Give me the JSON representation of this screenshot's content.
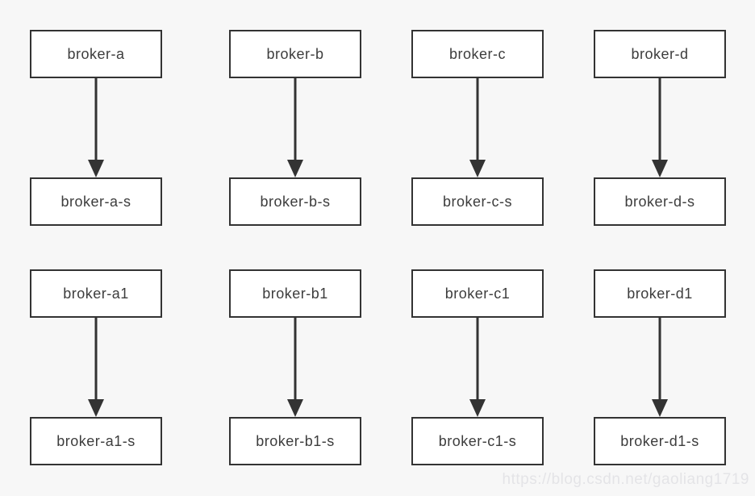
{
  "theme": {
    "page_bg": "#f7f7f7",
    "box_fill": "#ffffff",
    "box_border": "#333333",
    "text_color": "#3d3d3d",
    "arrow_color": "#333333",
    "watermark_color": "#e4e4e7"
  },
  "page": {
    "watermark": "https://blog.csdn.net/gaoliang1719"
  },
  "diagram": {
    "description": "broker master to slave replication pairs",
    "pairs": [
      {
        "master": "broker-a",
        "slave": "broker-a-s"
      },
      {
        "master": "broker-b",
        "slave": "broker-b-s"
      },
      {
        "master": "broker-c",
        "slave": "broker-c-s"
      },
      {
        "master": "broker-d",
        "slave": "broker-d-s"
      },
      {
        "master": "broker-a1",
        "slave": "broker-a1-s"
      },
      {
        "master": "broker-b1",
        "slave": "broker-b1-s"
      },
      {
        "master": "broker-c1",
        "slave": "broker-c1-s"
      },
      {
        "master": "broker-d1",
        "slave": "broker-d1-s"
      }
    ]
  }
}
